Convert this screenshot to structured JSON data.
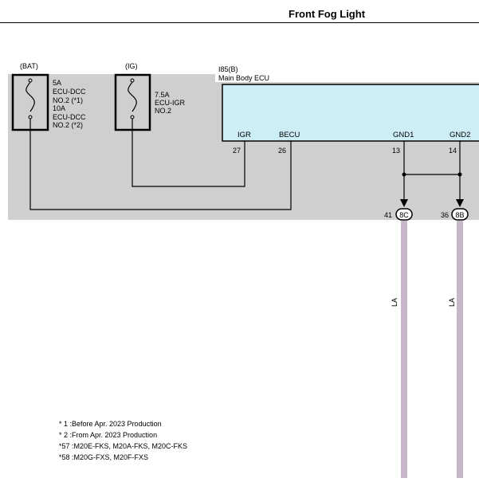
{
  "header": {
    "title": "Front Fog Light"
  },
  "power": {
    "bat": {
      "label": "(BAT)",
      "fuse_lines": [
        "5A",
        "ECU-DCC",
        "NO.2 (*1)",
        "10A",
        "ECU-DCC",
        "NO.2 (*2)"
      ]
    },
    "ig": {
      "label": "(IG)",
      "fuse_lines": [
        "7.5A",
        "ECU-IGR",
        "NO.2"
      ]
    }
  },
  "ecu": {
    "code": "I85(B)",
    "name": "Main Body ECU",
    "pins": [
      {
        "name": "IGR",
        "number": "27"
      },
      {
        "name": "BECU",
        "number": "26"
      },
      {
        "name": "GND1",
        "number": "13"
      },
      {
        "name": "GND2",
        "number": "14"
      }
    ]
  },
  "grounds": [
    {
      "number": "41",
      "label": "8C",
      "wire": "LA"
    },
    {
      "number": "36",
      "label": "8B",
      "wire": "LA"
    }
  ],
  "notes": [
    "* 1 :Before Apr. 2023 Production",
    "* 2 :From Apr. 2023 Production",
    "*57 :M20E-FKS, M20A-FKS, M20C-FKS",
    "*58 :M20G-FXS, M20F-FXS"
  ],
  "colors": {
    "block_bg": "#cfcfcf",
    "ecu_fill": "#cdeef5",
    "wire_color": "#c7b6c9",
    "line": "#000000"
  }
}
